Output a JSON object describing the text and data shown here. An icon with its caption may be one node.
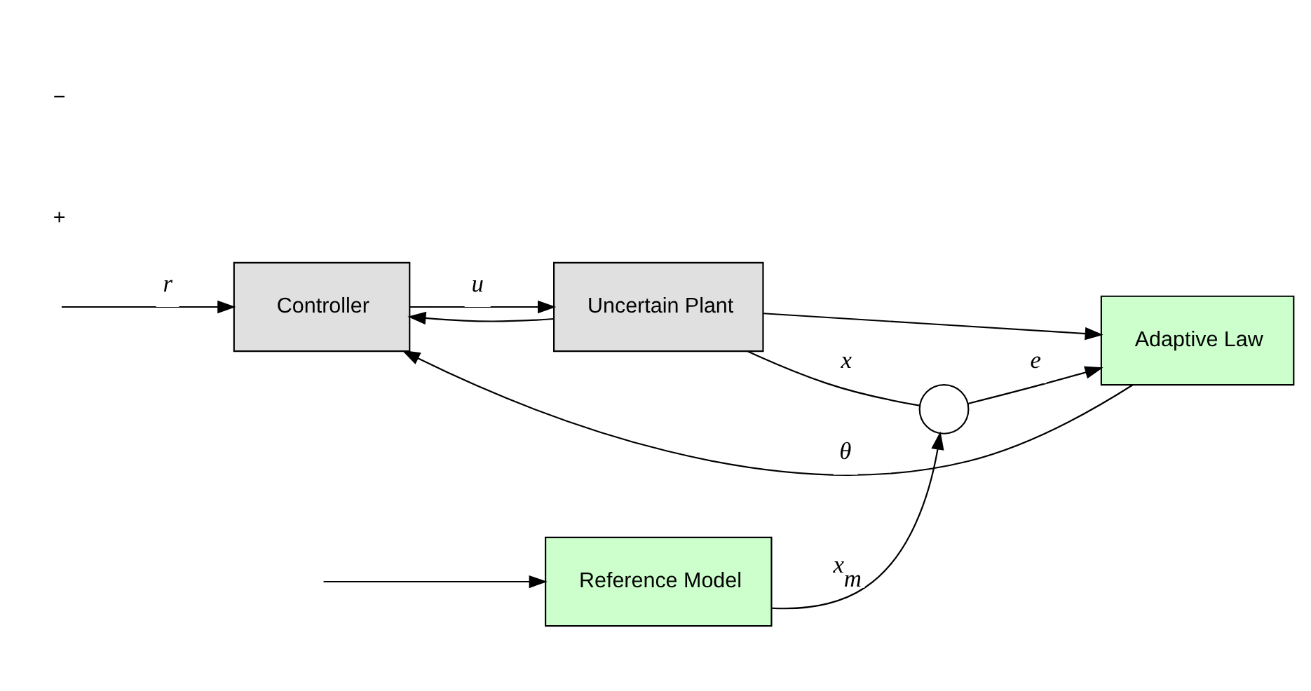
{
  "diagram": {
    "nodes": [
      {
        "text": [
          "Reference Model"
        ]
      },
      {
        "text": [
          "Controller"
        ]
      },
      {
        "text": [
          "Uncertain Plant"
        ]
      },
      {
        "text": [],
        "shape": "circle"
      },
      {
        "text": [
          "Adaptive Law"
        ]
      }
    ],
    "edges": [
      {
        "from": null,
        "to": 1,
        "arrow": "to",
        "label": "r"
      },
      {
        "from": null,
        "to": 0,
        "arrow": "to"
      },
      {
        "from": 1,
        "to": 2,
        "arrow": "to",
        "label": "u"
      },
      {
        "from": 0,
        "to": 3,
        "arrow": "to",
        "label": "x$_{m}$"
      },
      {
        "from": 2,
        "to": 3,
        "arrow": "none",
        "label": "x"
      },
      {
        "from": 2,
        "to": 1,
        "arrow": "to"
      },
      {
        "from": 2,
        "to": 4,
        "arrow": "to"
      },
      {
        "from": 3,
        "to": 4,
        "arrow": "to",
        "label": "e"
      },
      {
        "from": 4,
        "to": 1,
        "arrow": "to",
        "label": "θ"
      }
    ],
    "labels": [
      "+",
      "−"
    ]
  }
}
